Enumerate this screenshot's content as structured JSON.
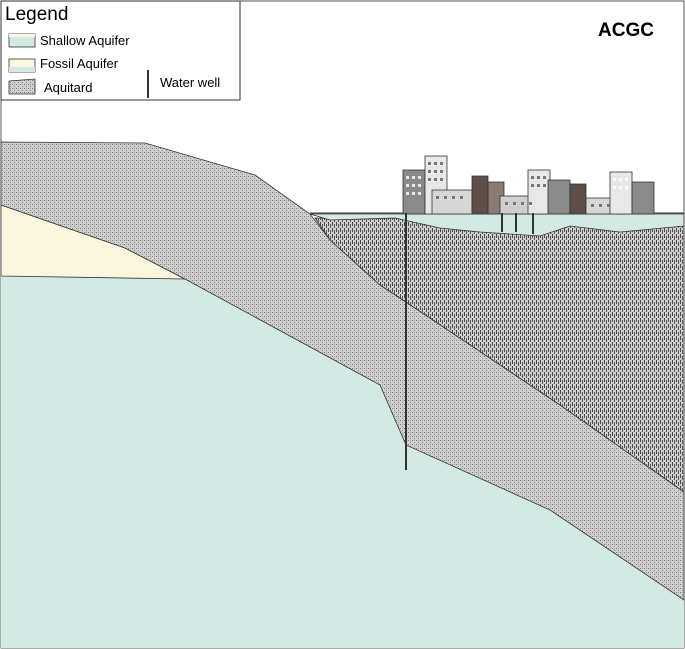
{
  "legend": {
    "title": "Legend",
    "items": [
      {
        "key": "shallow",
        "label": "Shallow Aquifer",
        "color": "#cfe9e3"
      },
      {
        "key": "fossil",
        "label": "Fossil Aquifer",
        "color": "#fbf6dc"
      },
      {
        "key": "aquitard",
        "label": "Aquitard",
        "color": "#9a9a9a"
      },
      {
        "key": "well",
        "label": "Water well",
        "color": "#333333"
      }
    ]
  },
  "corner_label": "ACGC",
  "colors": {
    "shallow_aquifer": "#d2eae3",
    "fossil_aquifer": "#fbf6de",
    "aquitard_light": "#c9c9c9",
    "aquitard_dark": "#6d6d6d",
    "outline": "#333333",
    "building_gray": "#8a8a8a",
    "building_dark": "#5d4f48",
    "building_light": "#e6e6e6"
  }
}
